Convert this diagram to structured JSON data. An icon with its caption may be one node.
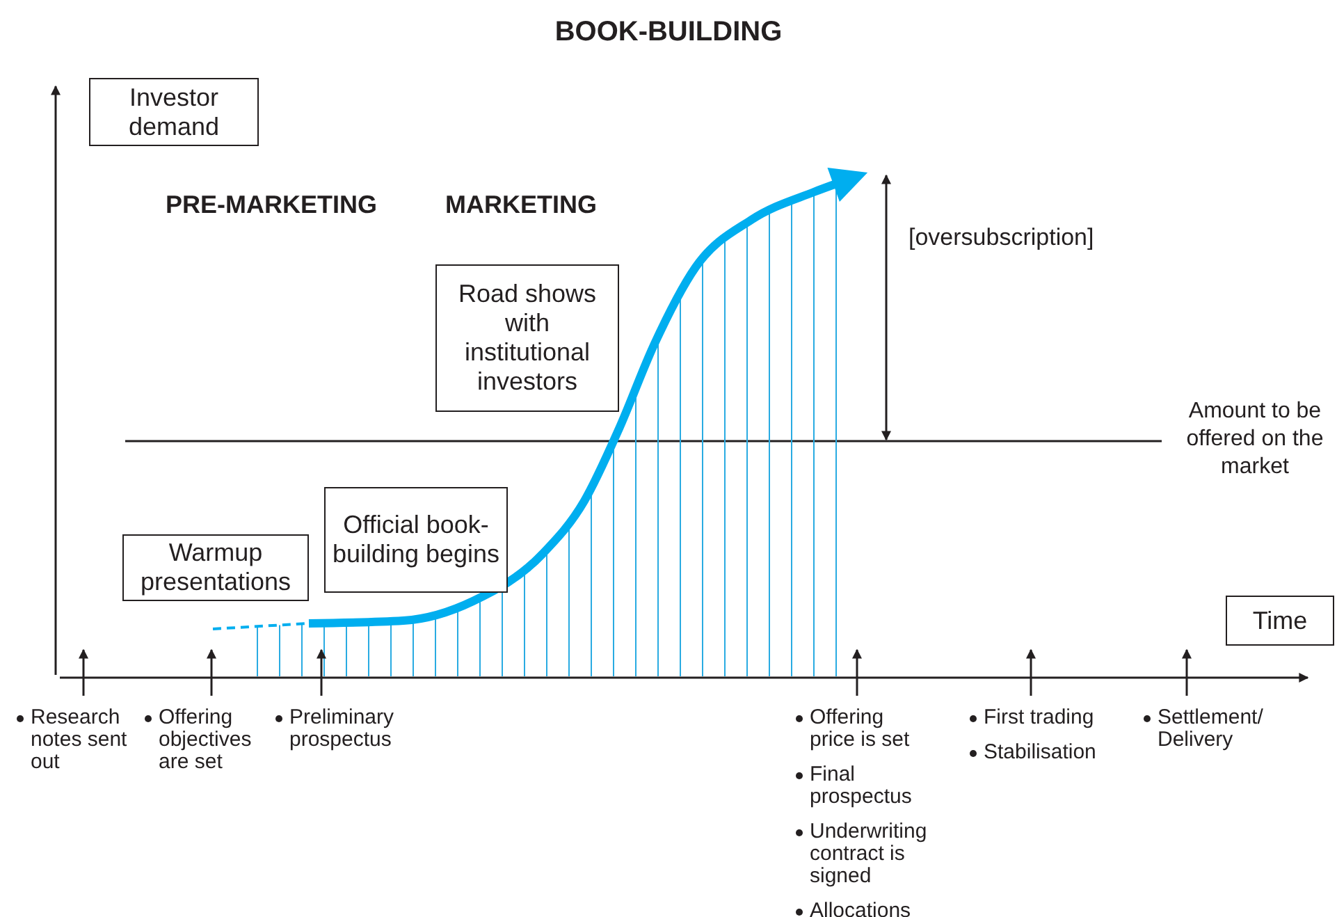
{
  "diagram": {
    "title": "BOOK-BUILDING",
    "nodes": [
      {
        "text": [
          "Investor demand"
        ]
      },
      {
        "text": [
          "Warmup presentations"
        ]
      },
      {
        "text": [
          "Official book-building begins"
        ]
      },
      {
        "text": [
          "Road shows with institutional investors"
        ]
      },
      {
        "text": [
          "Time"
        ]
      },
      {
        "text": [
          "Research notes sent out"
        ]
      },
      {
        "text": [
          "Offering objectives are set"
        ]
      },
      {
        "text": [
          "Preliminary prospectus"
        ]
      },
      {
        "text": [
          "Offering price is set",
          "Final prospectus",
          "Underwriting contract is signed",
          "Allocations"
        ]
      },
      {
        "text": [
          "First trading",
          "Stabilisation"
        ]
      },
      {
        "text": [
          "Settlement/ Delivery"
        ]
      }
    ],
    "edges": [
      {
        "from": 5,
        "to": null,
        "arrow": "to"
      },
      {
        "from": 6,
        "to": null,
        "arrow": "to"
      },
      {
        "from": 7,
        "to": null,
        "arrow": "to"
      },
      {
        "from": 8,
        "to": null,
        "arrow": "to"
      },
      {
        "from": 9,
        "to": null,
        "arrow": "to"
      },
      {
        "from": 10,
        "to": null,
        "arrow": "to"
      }
    ],
    "labels": [
      "PRE-MARKETING",
      "MARKETING",
      "[oversubscription]",
      "Amount to be offered on the market"
    ]
  }
}
